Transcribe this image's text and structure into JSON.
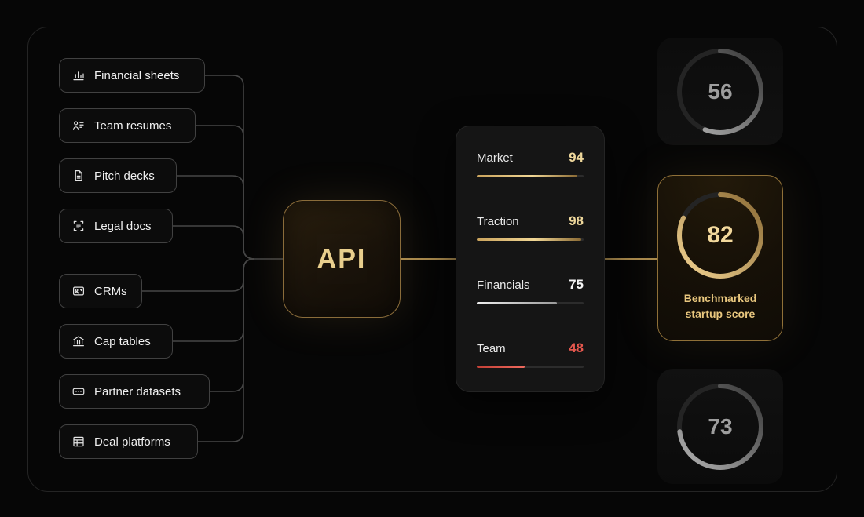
{
  "sources": {
    "items": [
      {
        "label": "Financial sheets",
        "icon": "bar-chart-icon"
      },
      {
        "label": "Team resumes",
        "icon": "resume-person-icon"
      },
      {
        "label": "Pitch decks",
        "icon": "document-icon"
      },
      {
        "label": "Legal docs",
        "icon": "legal-document-icon"
      },
      {
        "label": "CRMs",
        "icon": "contact-card-icon"
      },
      {
        "label": "Cap tables",
        "icon": "bank-icon"
      },
      {
        "label": "Partner datasets",
        "icon": "dataset-card-icon"
      },
      {
        "label": "Deal platforms",
        "icon": "spreadsheet-grid-icon"
      }
    ]
  },
  "api_node": {
    "label": "API"
  },
  "metrics": {
    "rows": [
      {
        "label": "Market",
        "value": "94",
        "bar_pct": 94,
        "color": "#eed79b"
      },
      {
        "label": "Traction",
        "value": "98",
        "bar_pct": 98,
        "color": "#eed79b"
      },
      {
        "label": "Financials",
        "value": "75",
        "bar_pct": 75,
        "color": "#f5f5f5"
      },
      {
        "label": "Team",
        "value": "48",
        "bar_pct": 45,
        "color": "#e4574d"
      }
    ]
  },
  "gauges": [
    {
      "value": "56",
      "pct": 56,
      "style": "muted"
    },
    {
      "value": "82",
      "pct": 82,
      "style": "gold",
      "caption": "Benchmarked startup score"
    },
    {
      "value": "73",
      "pct": 73,
      "style": "muted"
    }
  ],
  "colors": {
    "background": "#060606",
    "frame_border": "#242424",
    "chip_border": "#414141",
    "wire_gray": "#464646",
    "wire_gold": "#a98a4e",
    "gold_text": "#eed79b",
    "red": "#e4574d"
  }
}
